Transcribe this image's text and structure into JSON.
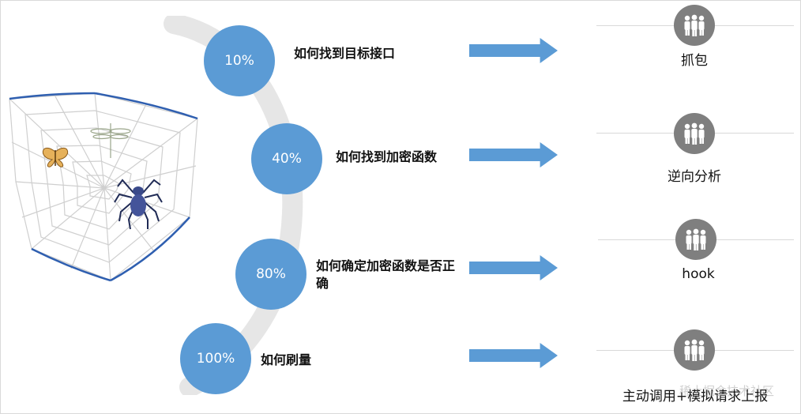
{
  "colors": {
    "accent_blue": "#5b9bd5",
    "badge_gray": "#7f7f7f",
    "arc_gray": "#e6e6e6"
  },
  "steps": [
    {
      "percent": "10%",
      "question": "如何找到目标接口",
      "action": "抓包"
    },
    {
      "percent": "40%",
      "question": "如何找到加密函数",
      "action": "逆向分析"
    },
    {
      "percent": "80%",
      "question": "如何确定加密函数是否正确",
      "action": "hook"
    },
    {
      "percent": "100%",
      "question": "如何刷量",
      "action": "主动调用+模拟请求上报"
    }
  ],
  "illustration": {
    "icon": "spider-web-illustration",
    "items": [
      "butterfly-icon",
      "dragonfly-icon",
      "spider-icon"
    ]
  },
  "badge_icon": "people-group-icon",
  "watermark": "稀土掘金技术社区"
}
